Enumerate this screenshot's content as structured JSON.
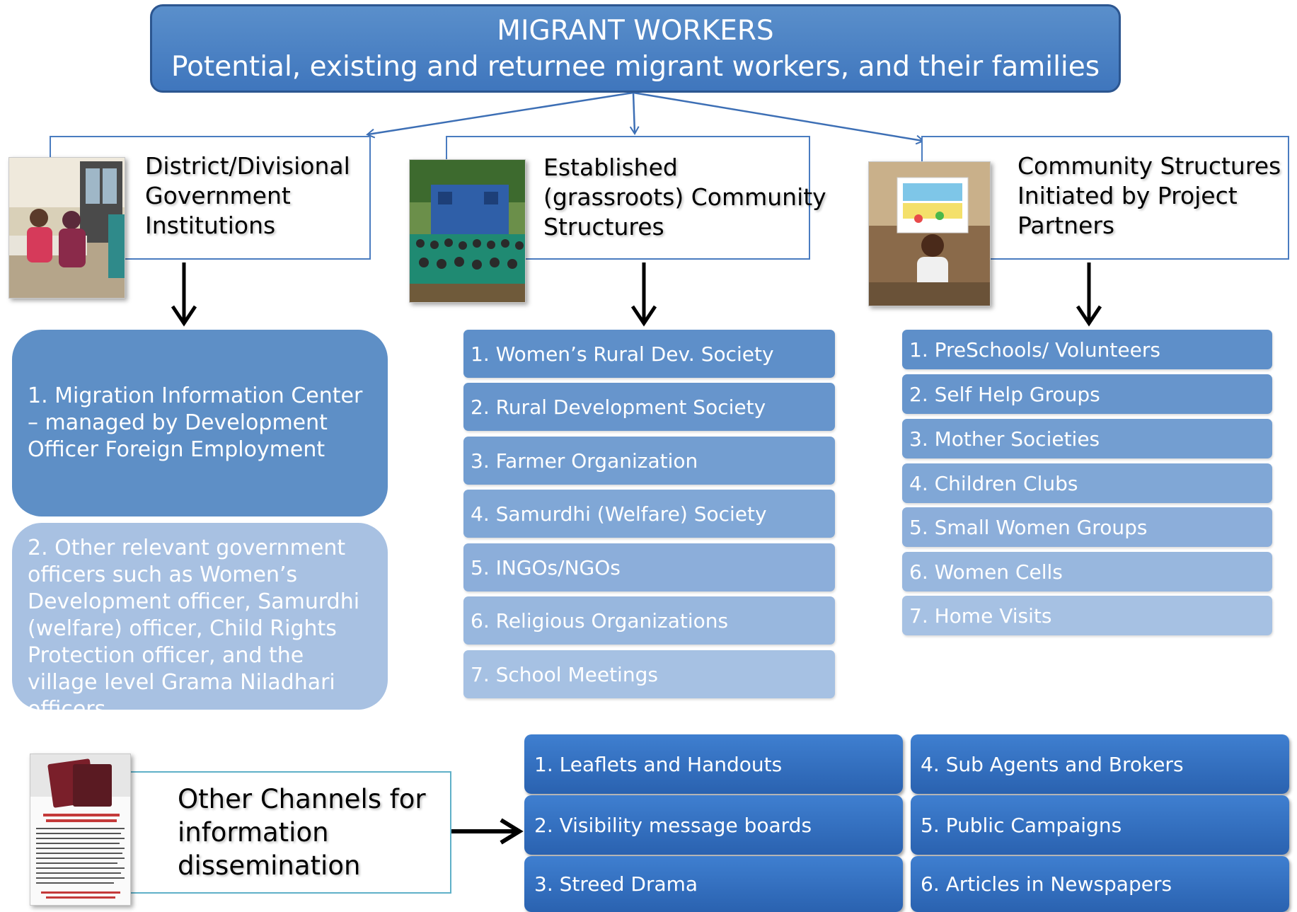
{
  "header": {
    "title": "MIGRANT WORKERS",
    "subtitle": "Potential, existing and returnee migrant workers, and their families"
  },
  "colors": {
    "header_fill": "#4a82c4",
    "border_blue": "#4a7cc0",
    "tile_blue": "#3470c2"
  },
  "columns": [
    {
      "title": [
        "District/Divisional",
        "Government",
        "Institutions"
      ],
      "photo_icon": "meeting-photo",
      "items": [
        "1. Migration Information Center – managed by Development Officer Foreign Employment",
        "2. Other relevant government officers such as Women’s Development officer, Samurdhi (welfare) officer, Child Rights Protection officer, and the village level Grama Niladhari officers"
      ]
    },
    {
      "title": [
        "Established",
        "(grassroots) Community",
        "Structures"
      ],
      "photo_icon": "gathering-photo",
      "items": [
        "1. Women’s Rural Dev. Society",
        "2. Rural Development Society",
        "3. Farmer Organization",
        "4. Samurdhi (Welfare) Society",
        "5. INGOs/NGOs",
        "6. Religious Organizations",
        "7. School Meetings"
      ]
    },
    {
      "title": [
        "Community Structures",
        "Initiated by Project",
        "Partners"
      ],
      "photo_icon": "child-drawing-photo",
      "items": [
        "1. PreSchools/ Volunteers",
        "2. Self Help Groups",
        "3. Mother Societies",
        "4. Children Clubs",
        "5. Small Women Groups",
        "6. Women Cells",
        "7. Home Visits"
      ]
    }
  ],
  "channels": {
    "title": [
      "Other Channels for",
      "information",
      "dissemination"
    ],
    "photo_icon": "leaflet-photo",
    "items": [
      "1. Leaflets and Handouts",
      "2. Visibility message boards",
      "3. Streed Drama",
      "4. Sub Agents and Brokers",
      "5. Public Campaigns",
      "6. Articles in Newspapers"
    ]
  }
}
